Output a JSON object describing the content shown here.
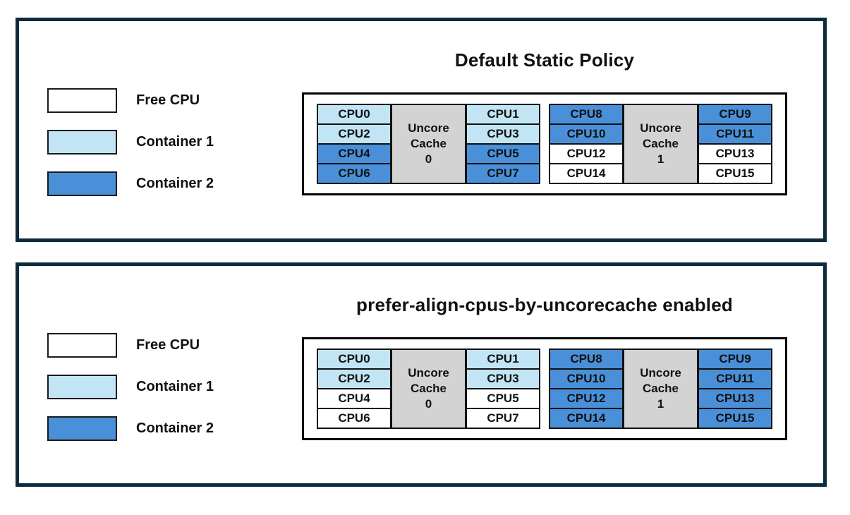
{
  "colors": {
    "free": "#FFFFFF",
    "container1": "#C2E5F5",
    "container2": "#4A90D9",
    "uncore_cache": "#D3D3D3",
    "panel_border": "#0D2B3D"
  },
  "legend": {
    "items": [
      {
        "label": "Free CPU",
        "type": "free"
      },
      {
        "label": "Container 1",
        "type": "container1"
      },
      {
        "label": "Container 2",
        "type": "container2"
      }
    ]
  },
  "panels": [
    {
      "title": "Default Static Policy",
      "groups": [
        {
          "cache_label": "Uncore\nCache\n0",
          "left": [
            {
              "label": "CPU0",
              "type": "container1"
            },
            {
              "label": "CPU2",
              "type": "container1"
            },
            {
              "label": "CPU4",
              "type": "container2"
            },
            {
              "label": "CPU6",
              "type": "container2"
            }
          ],
          "right": [
            {
              "label": "CPU1",
              "type": "container1"
            },
            {
              "label": "CPU3",
              "type": "container1"
            },
            {
              "label": "CPU5",
              "type": "container2"
            },
            {
              "label": "CPU7",
              "type": "container2"
            }
          ]
        },
        {
          "cache_label": "Uncore\nCache\n1",
          "left": [
            {
              "label": "CPU8",
              "type": "container2"
            },
            {
              "label": "CPU10",
              "type": "container2"
            },
            {
              "label": "CPU12",
              "type": "free"
            },
            {
              "label": "CPU14",
              "type": "free"
            }
          ],
          "right": [
            {
              "label": "CPU9",
              "type": "container2"
            },
            {
              "label": "CPU11",
              "type": "container2"
            },
            {
              "label": "CPU13",
              "type": "free"
            },
            {
              "label": "CPU15",
              "type": "free"
            }
          ]
        }
      ]
    },
    {
      "title": "prefer-align-cpus-by-uncorecache enabled",
      "groups": [
        {
          "cache_label": "Uncore\nCache\n0",
          "left": [
            {
              "label": "CPU0",
              "type": "container1"
            },
            {
              "label": "CPU2",
              "type": "container1"
            },
            {
              "label": "CPU4",
              "type": "free"
            },
            {
              "label": "CPU6",
              "type": "free"
            }
          ],
          "right": [
            {
              "label": "CPU1",
              "type": "container1"
            },
            {
              "label": "CPU3",
              "type": "container1"
            },
            {
              "label": "CPU5",
              "type": "free"
            },
            {
              "label": "CPU7",
              "type": "free"
            }
          ]
        },
        {
          "cache_label": "Uncore\nCache\n1",
          "left": [
            {
              "label": "CPU8",
              "type": "container2"
            },
            {
              "label": "CPU10",
              "type": "container2"
            },
            {
              "label": "CPU12",
              "type": "container2"
            },
            {
              "label": "CPU14",
              "type": "container2"
            }
          ],
          "right": [
            {
              "label": "CPU9",
              "type": "container2"
            },
            {
              "label": "CPU11",
              "type": "container2"
            },
            {
              "label": "CPU13",
              "type": "container2"
            },
            {
              "label": "CPU15",
              "type": "container2"
            }
          ]
        }
      ]
    }
  ]
}
